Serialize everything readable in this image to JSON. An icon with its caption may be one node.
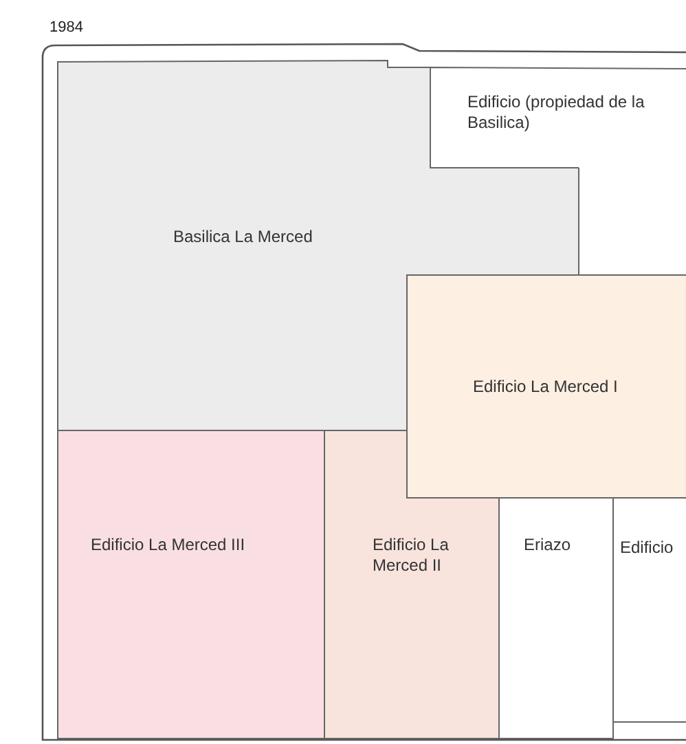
{
  "diagram": {
    "nodes": [
      {
        "text": [
          "Basilica La Merced"
        ]
      },
      {
        "text": [
          "Edificio (propiedad de la Basilica)"
        ]
      },
      {
        "text": [
          "Edificio La Merced I"
        ]
      },
      {
        "text": [
          "Edificio La Merced III"
        ]
      },
      {
        "text": [
          "Edificio La Merced II"
        ]
      },
      {
        "text": [
          "Eriazo"
        ]
      },
      {
        "text": [
          "Edificio"
        ]
      }
    ],
    "edges": [],
    "labels": [
      "1984"
    ]
  }
}
